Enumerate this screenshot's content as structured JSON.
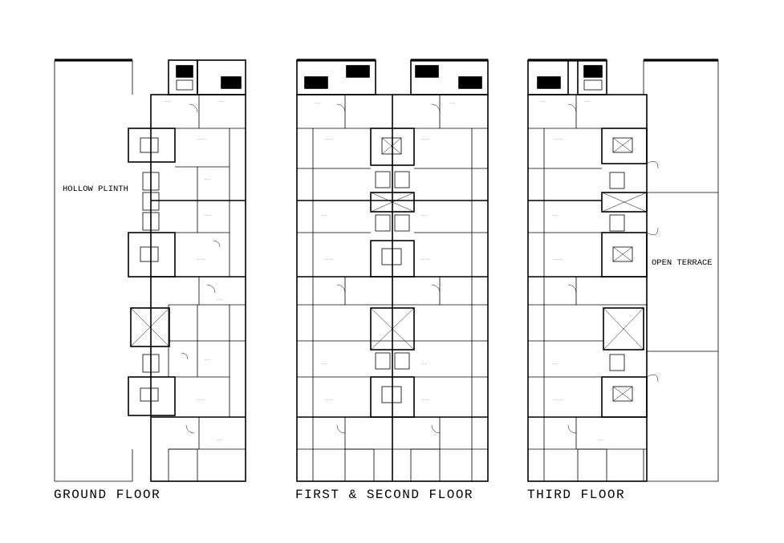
{
  "labels": {
    "ground_floor": "GROUND FLOOR",
    "first_second_floor": "FIRST & SECOND FLOOR",
    "third_floor": "THIRD FLOOR",
    "hollow_plinth": "HOLLOW PLINTH",
    "open_terrace": "OPEN TERRACE"
  }
}
